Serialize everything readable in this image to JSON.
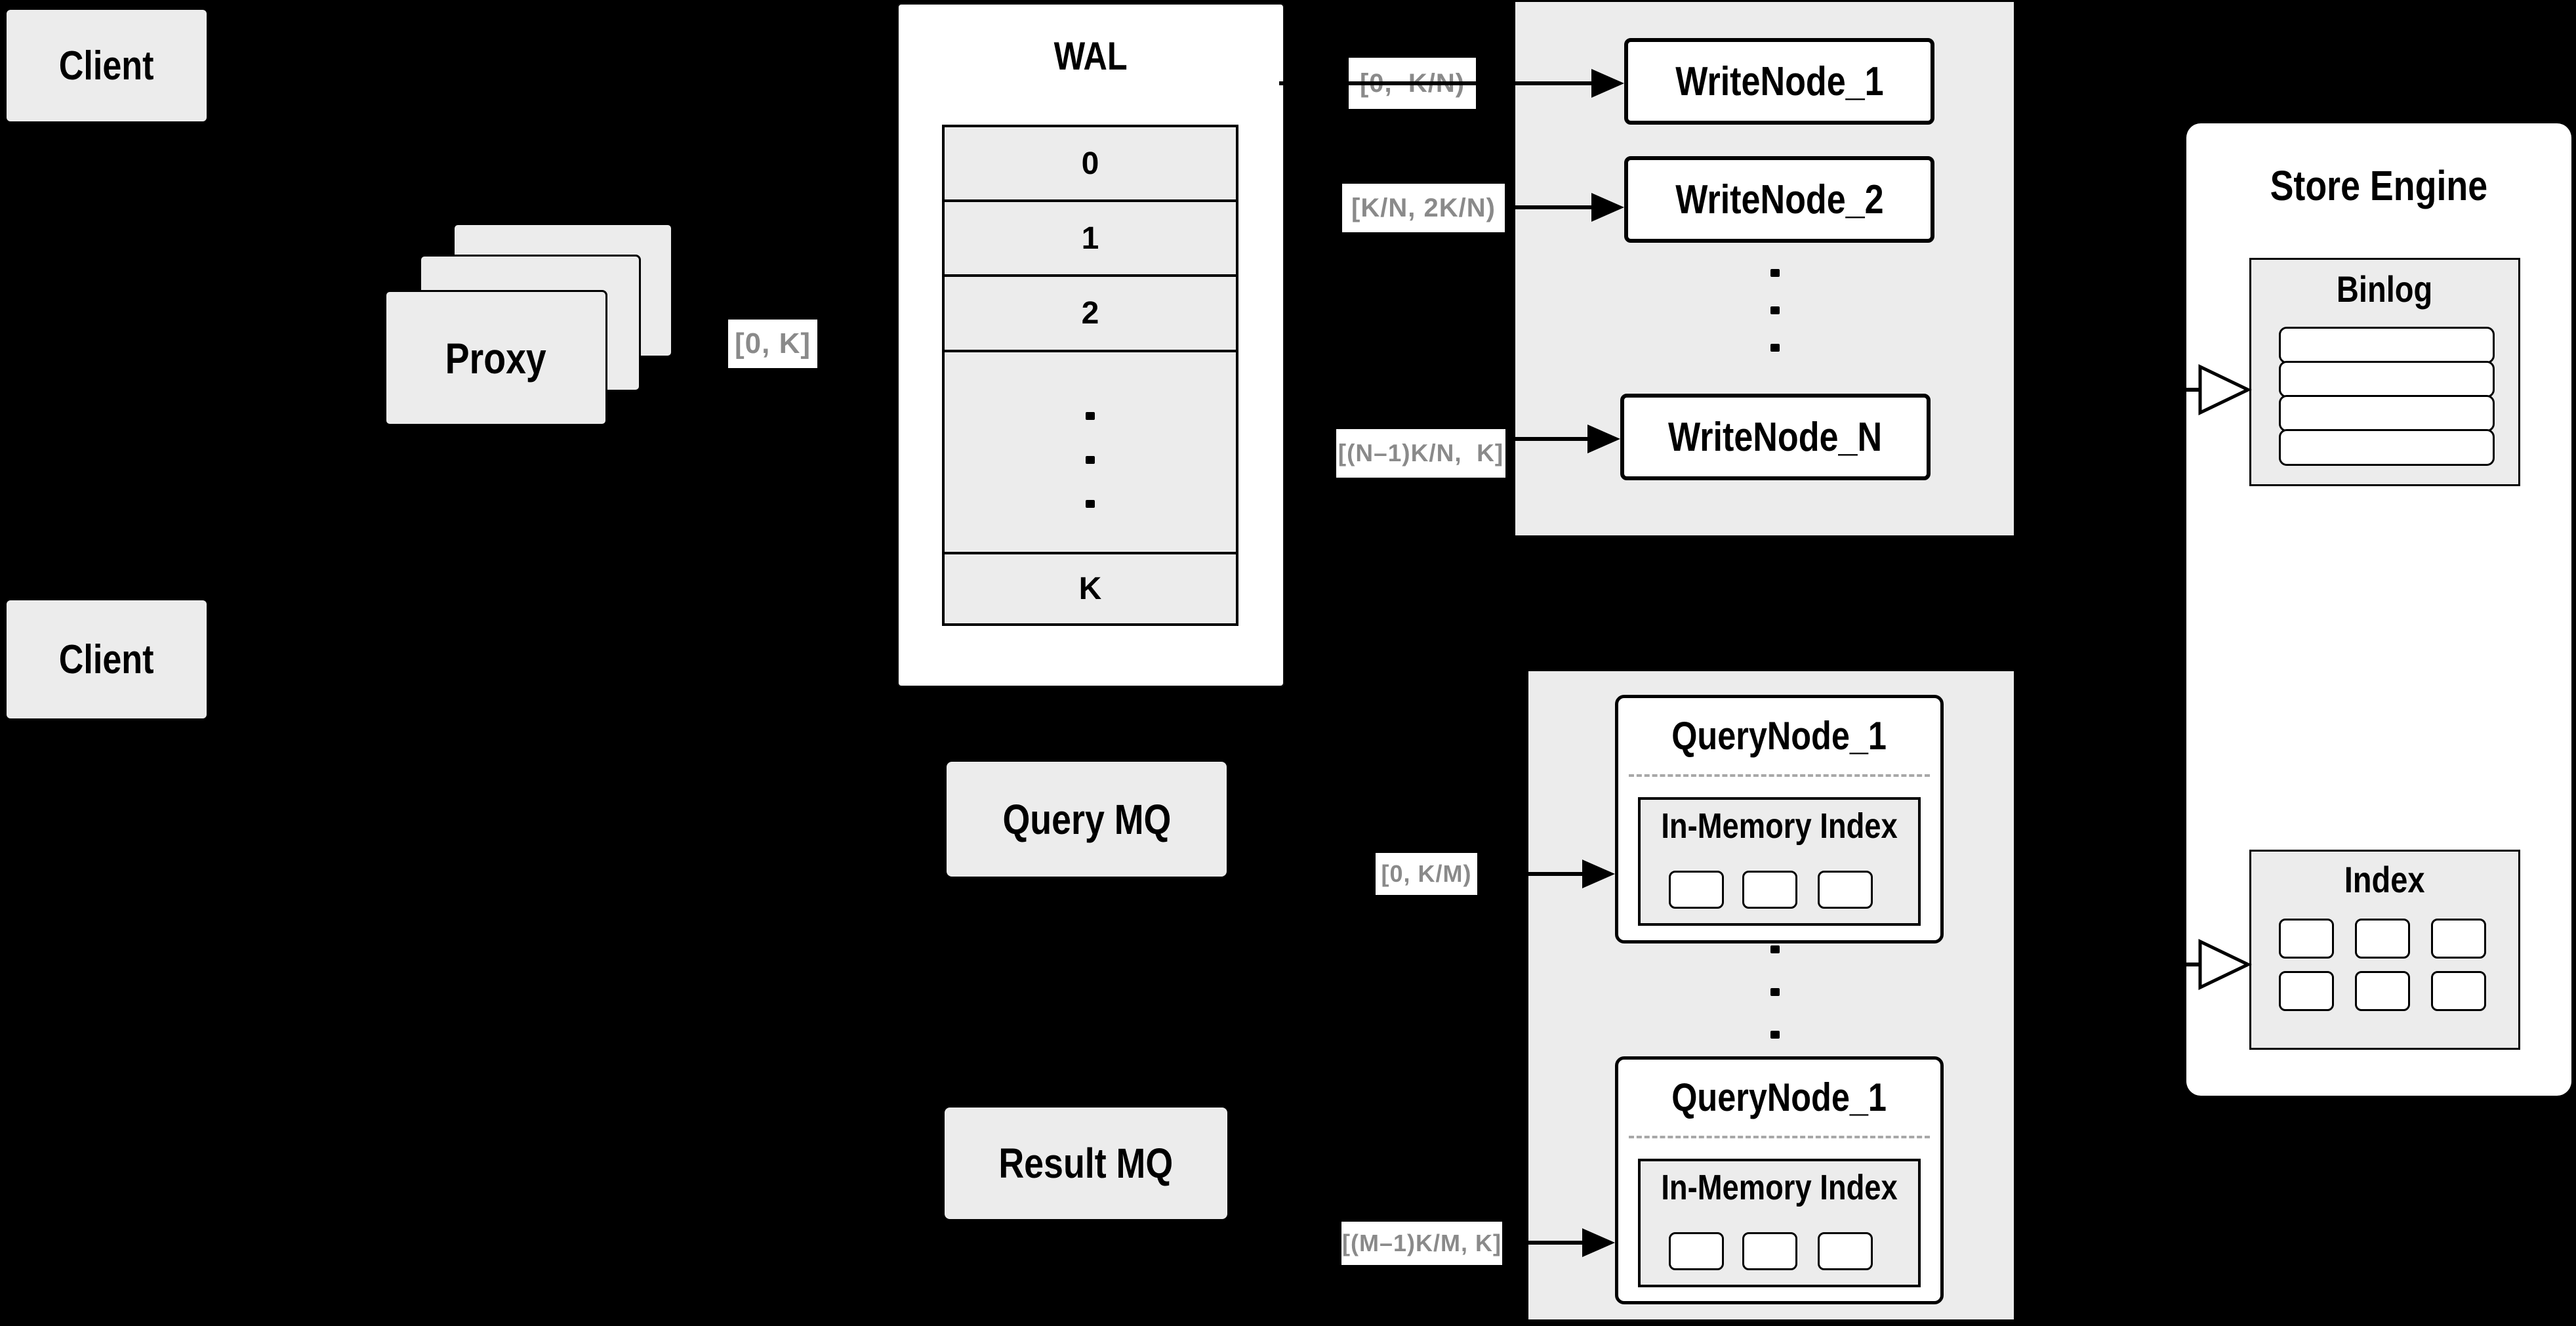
{
  "clients": {
    "top_label": "Client",
    "bottom_label": "Client"
  },
  "proxy": {
    "label": "Proxy"
  },
  "wal": {
    "title": "WAL",
    "segments": [
      "0",
      "1",
      "2",
      "K"
    ]
  },
  "range_labels": {
    "proxy_to_wal": "[0, K]",
    "write_1": "[0,  K/N)",
    "write_2": "[K/N, 2K/N)",
    "write_n": "[(N–1)K/N,  K]",
    "query_1": "[0, K/M)",
    "query_m": "[(M–1)K/M, K]"
  },
  "write_nodes": {
    "items": [
      "WriteNode_1",
      "WriteNode_2",
      "WriteNode_N"
    ]
  },
  "store_engine": {
    "title": "Store Engine",
    "binlog_title": "Binlog",
    "index_title": "Index"
  },
  "mq": {
    "query": "Query MQ",
    "result": "Result MQ"
  },
  "query_nodes": {
    "top": {
      "title": "QueryNode_1",
      "index_label": "In-Memory Index"
    },
    "bottom": {
      "title": "QueryNode_1",
      "index_label": "In-Memory Index"
    }
  },
  "colors": {
    "background": "#000000",
    "box_gray": "#ececec",
    "box_white": "#ffffff",
    "line_black": "#000000",
    "range_label_text": "#8a8a8a",
    "dashed_divider": "#a8a8a8"
  }
}
